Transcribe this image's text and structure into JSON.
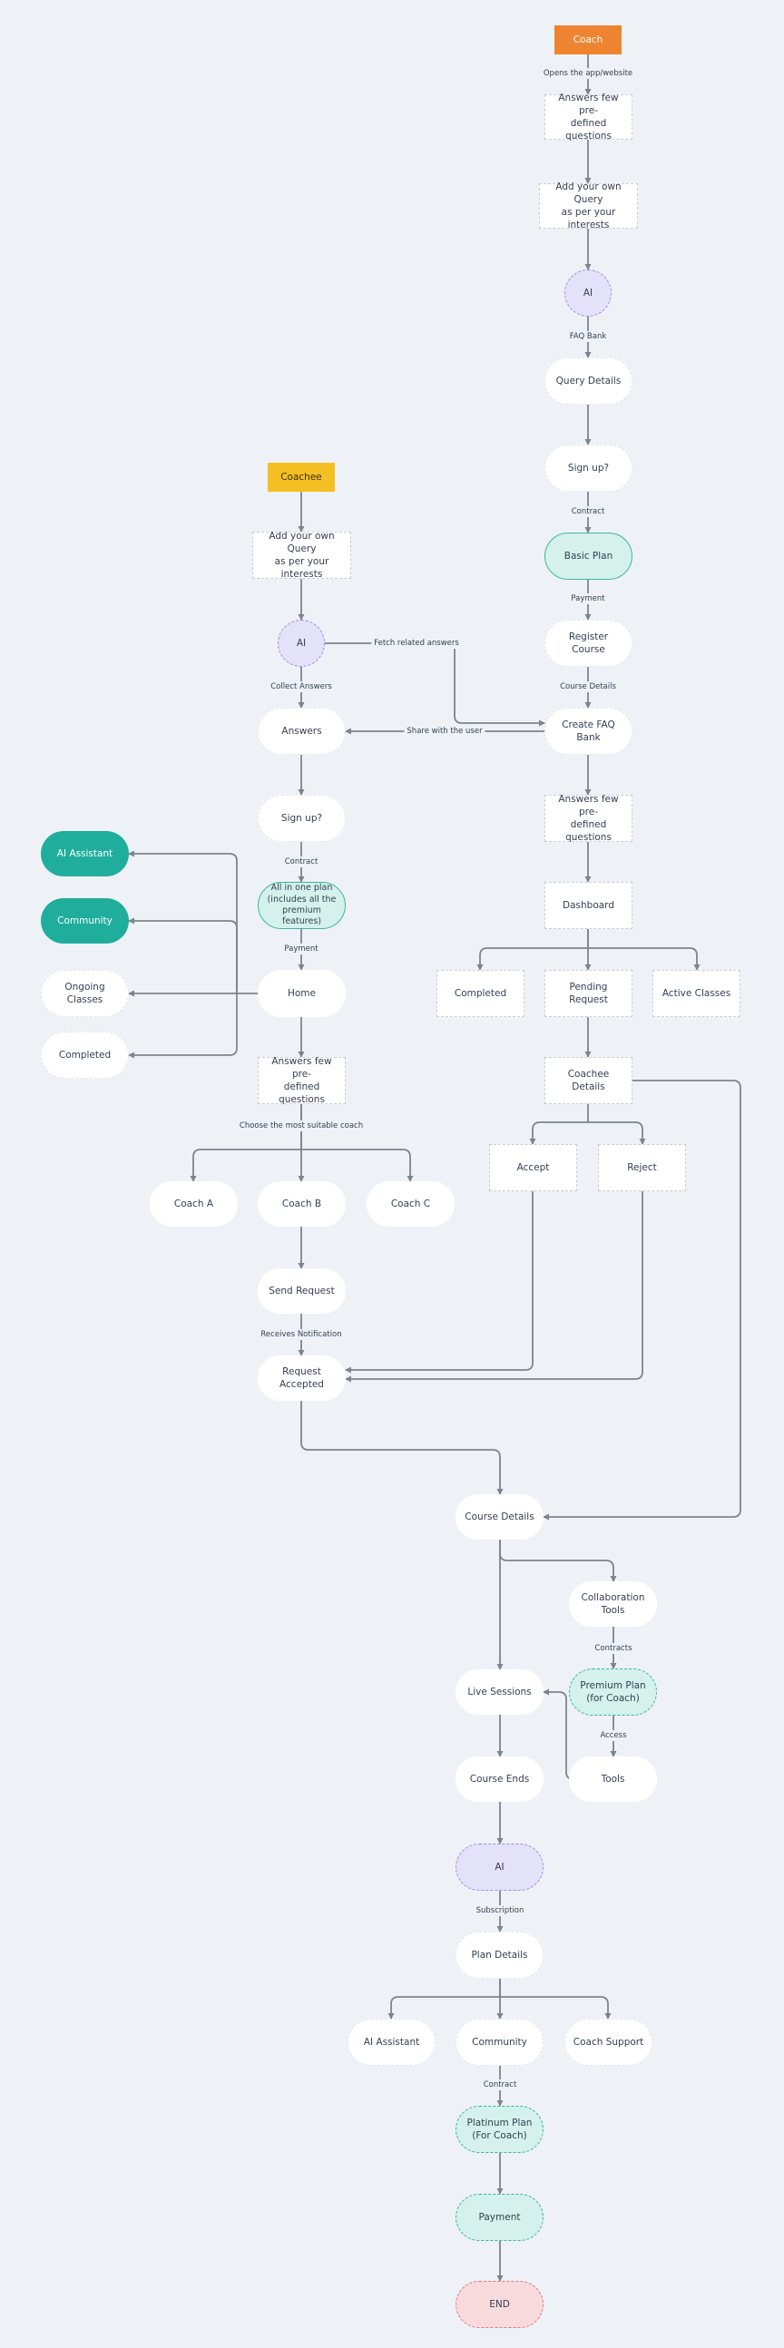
{
  "colors": {
    "background": "#eef2f6",
    "edge": "#7d848d",
    "coach_start": "#ee8430",
    "coaches_start": "#f5bf23",
    "teal": "#1fae9c",
    "mint": "#d4f1eb",
    "ai_purple": "#e4e1fb",
    "end_pink": "#f8dadd"
  },
  "nodes": {
    "coach": "Coach",
    "c_answers_predef_1": "Answers few pre-\ndefined questions",
    "c_add_query": "Add your own Query\nas per your interests",
    "c_ai": "AI",
    "c_query_details": "Query Details",
    "c_signup": "Sign up?",
    "c_basic_plan": "Basic Plan",
    "c_register_course": "Register Course",
    "c_create_faq": "Create FAQ Bank",
    "c_answers_predef_2": "Answers few pre-\ndefined questions",
    "c_dashboard": "Dashboard",
    "c_completed": "Completed",
    "c_pending_request": "Pending Request",
    "c_active_classes": "Active Classes",
    "c_coachee_details": "Coachee Details",
    "c_accept": "Accept",
    "c_reject": "Reject",
    "coachee": "Coachee",
    "e_add_query": "Add your own Query\nas per your interests",
    "e_ai": "AI",
    "e_answers": "Answers",
    "e_signup": "Sign up?",
    "e_all_in_one": "All in one plan\n(includes all the\npremium features)",
    "e_home": "Home",
    "e_ai_assistant": "AI Assistant",
    "e_community": "Community",
    "e_ongoing_classes": "Ongoing Classes",
    "e_completed": "Completed",
    "e_answers_predef": "Answers few pre-\ndefined questions",
    "e_coach_a": "Coach A",
    "e_coach_b": "Coach B",
    "e_coach_c": "Coach C",
    "e_send_request": "Send Request",
    "e_request_accepted": "Request Accepted",
    "course_details": "Course Details",
    "collaboration_tools": "Collaboration Tools",
    "premium_plan": "Premium Plan\n(for Coach)",
    "tools": "Tools",
    "live_sessions": "Live Sessions",
    "course_ends": "Course Ends",
    "f_ai": "AI",
    "plan_details": "Plan Details",
    "f_ai_assistant": "AI Assistant",
    "f_community": "Community",
    "f_coach_support": "Coach Support",
    "platinum_plan": "Platinum Plan\n(For Coach)",
    "f_payment": "Payment",
    "end": "END"
  },
  "edge_labels": {
    "opens_app": "Opens the app/website",
    "faq_bank": "FAQ Bank",
    "contract_1": "Contract",
    "payment_1": "Payment",
    "course_details_lbl": "Course Details",
    "fetch_related": "Fetch related answers",
    "share_with_user": "Share with the user",
    "collect_answers": "Collect Answers",
    "contract_2": "Contract",
    "payment_2": "Payment",
    "choose_coach": "Choose the most suitable coach",
    "receives_notification": "Receives Notification",
    "contracts": "Contracts",
    "access": "Access",
    "subscription": "Subscription",
    "contract_3": "Contract"
  }
}
